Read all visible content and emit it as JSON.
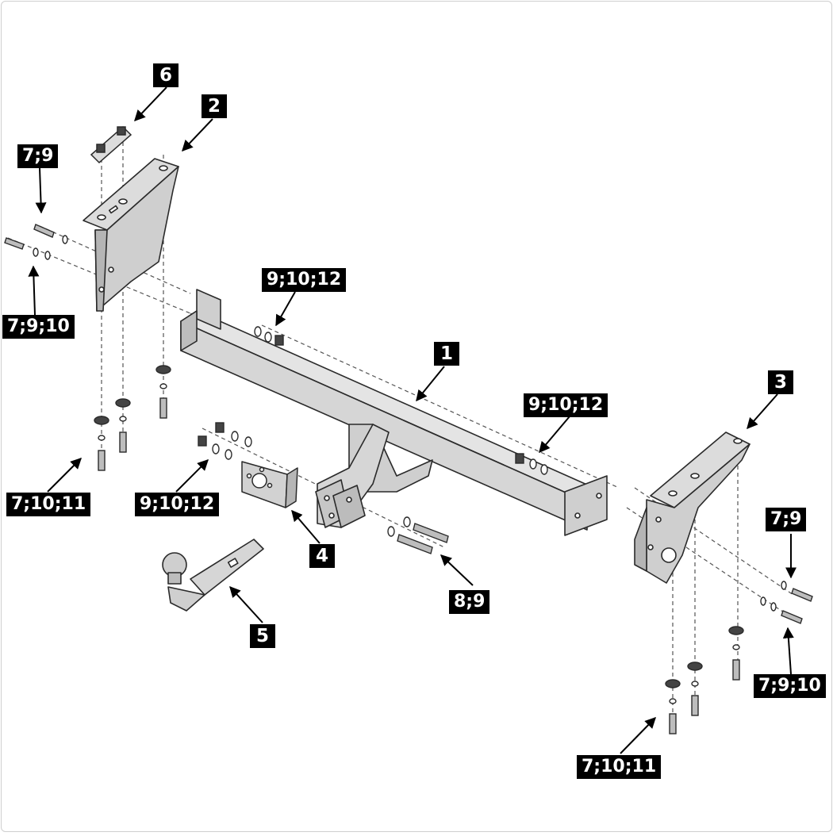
{
  "callouts": {
    "main_beam": "1",
    "left_bracket": "2",
    "right_bracket": "3",
    "socket_plate": "4",
    "tow_ball": "5",
    "clamp_plate": "6",
    "left_top_bolt": "7;9",
    "left_side_bolt": "7;9;10",
    "left_bottom_bolts": "7;10;11",
    "beam_nuts_left": "9;10;12",
    "beam_nuts_right": "9;10;12",
    "front_nuts": "9;10;12",
    "ball_bolts": "8;9",
    "right_top_bolt": "7;9",
    "right_side_bolt": "7;9;10",
    "right_bottom_bolts": "7;10;11"
  },
  "colors": {
    "part_fill": "#d6d6d6",
    "part_shade": "#b9b9b9",
    "outline": "#2a2a2a",
    "callout_bg": "#000000",
    "callout_text": "#ffffff"
  }
}
